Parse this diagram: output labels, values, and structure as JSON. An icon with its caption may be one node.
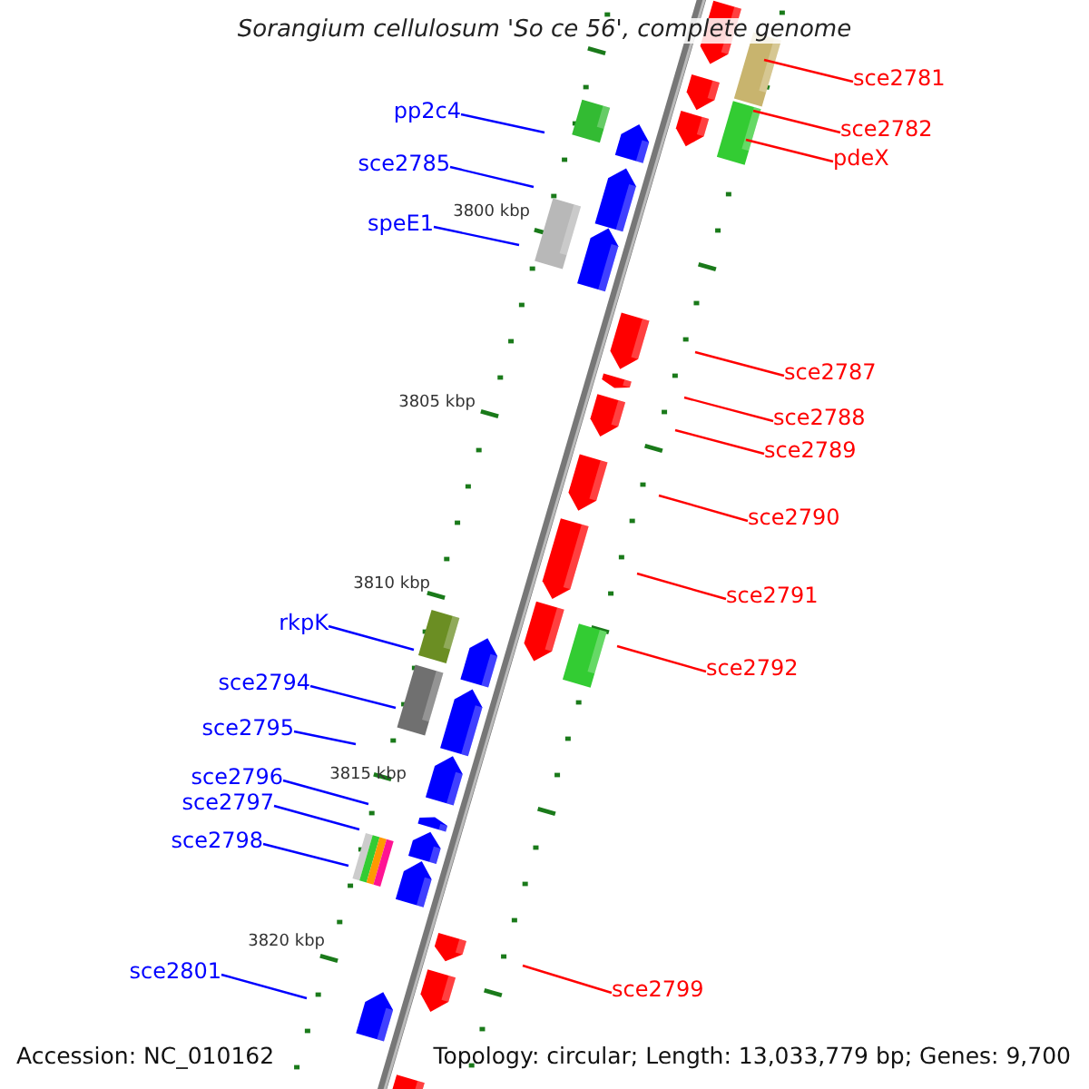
{
  "diagram": {
    "title": "Sorangium cellulosum 'So ce 56', complete genome",
    "nodes": [
      {
        "text": [
          "sce2781"
        ]
      },
      {
        "text": [
          "pp2c4"
        ]
      },
      {
        "text": [
          "sce2782"
        ]
      },
      {
        "text": [
          "pdeX"
        ]
      },
      {
        "text": [
          "sce2785"
        ]
      },
      {
        "text": [
          "speE1"
        ]
      },
      {
        "text": [
          "sce2787"
        ]
      },
      {
        "text": [
          "sce2788"
        ]
      },
      {
        "text": [
          "sce2789"
        ]
      },
      {
        "text": [
          "sce2790"
        ]
      },
      {
        "text": [
          "sce2791"
        ]
      },
      {
        "text": [
          "rkpK"
        ]
      },
      {
        "text": [
          "sce2792"
        ]
      },
      {
        "text": [
          "sce2794"
        ]
      },
      {
        "text": [
          "sce2795"
        ]
      },
      {
        "text": [
          "sce2796"
        ]
      },
      {
        "text": [
          "sce2797"
        ]
      },
      {
        "text": [
          "sce2798"
        ]
      },
      {
        "text": [
          "sce2801"
        ]
      },
      {
        "text": [
          "sce2799"
        ]
      }
    ],
    "edges": [
      {
        "from": 0,
        "to": null,
        "arrow": "none",
        "color": "#ff0000"
      },
      {
        "from": 1,
        "to": null,
        "arrow": "none",
        "color": "#0000ff"
      },
      {
        "from": 2,
        "to": null,
        "arrow": "none",
        "color": "#ff0000"
      },
      {
        "from": 3,
        "to": null,
        "arrow": "none",
        "color": "#ff0000"
      },
      {
        "from": 4,
        "to": null,
        "arrow": "none",
        "color": "#0000ff"
      },
      {
        "from": 5,
        "to": null,
        "arrow": "none",
        "color": "#0000ff"
      },
      {
        "from": 6,
        "to": null,
        "arrow": "none",
        "color": "#ff0000"
      },
      {
        "from": 7,
        "to": null,
        "arrow": "none",
        "color": "#ff0000"
      },
      {
        "from": 8,
        "to": null,
        "arrow": "none",
        "color": "#ff0000"
      },
      {
        "from": 9,
        "to": null,
        "arrow": "none",
        "color": "#ff0000"
      },
      {
        "from": 10,
        "to": null,
        "arrow": "none",
        "color": "#ff0000"
      },
      {
        "from": 11,
        "to": null,
        "arrow": "none",
        "color": "#0000ff"
      },
      {
        "from": 12,
        "to": null,
        "arrow": "none",
        "color": "#ff0000"
      },
      {
        "from": 13,
        "to": null,
        "arrow": "none",
        "color": "#0000ff"
      },
      {
        "from": 14,
        "to": null,
        "arrow": "none",
        "color": "#0000ff"
      },
      {
        "from": 15,
        "to": null,
        "arrow": "none",
        "color": "#0000ff"
      },
      {
        "from": 16,
        "to": null,
        "arrow": "none",
        "color": "#0000ff"
      },
      {
        "from": 17,
        "to": null,
        "arrow": "none",
        "color": "#0000ff"
      },
      {
        "from": 18,
        "to": null,
        "arrow": "none",
        "color": "#0000ff"
      },
      {
        "from": 19,
        "to": null,
        "arrow": "none",
        "color": "#ff0000"
      }
    ],
    "labels": [
      "3800 kbp",
      "3805 kbp",
      "3810 kbp",
      "3815 kbp",
      "3820 kbp",
      "Accession: NC_010162",
      "Topology: circular; Length: 13,033,779 bp; Genes: 9,700"
    ]
  }
}
